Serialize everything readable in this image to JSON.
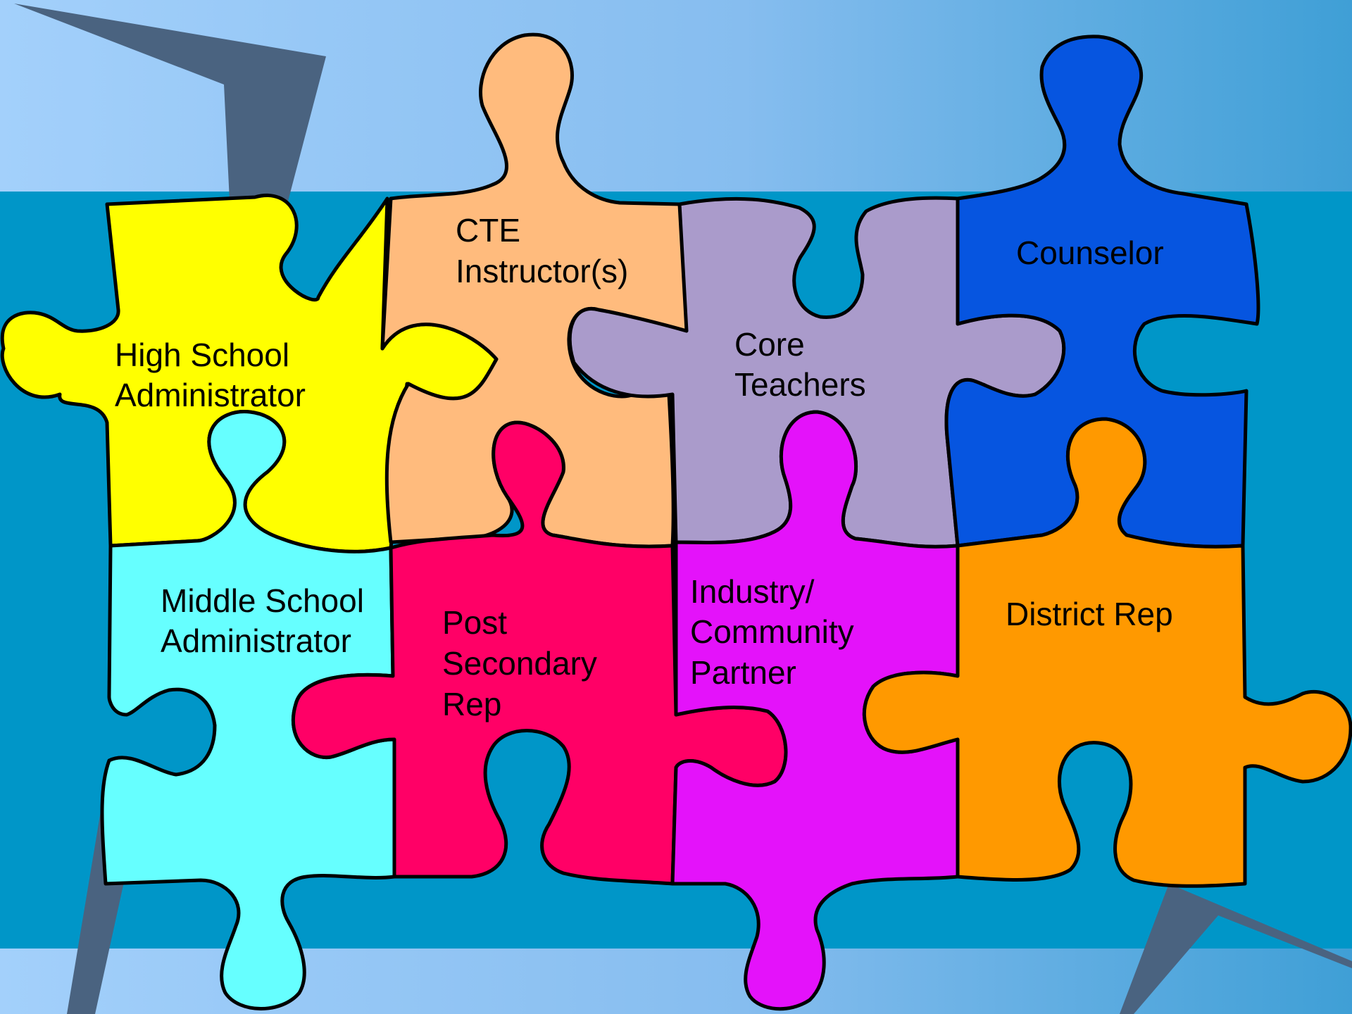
{
  "colors": {
    "background_light": "#9ccbf7",
    "background_mid": "#7fb8ea",
    "band": "#0096c8",
    "shadow_stroke": "#4a6380",
    "piece_outline": "#000000"
  },
  "pieces": [
    {
      "id": "high-school-administrator",
      "lines": [
        "High School",
        "Administrator"
      ],
      "color": "#ffff00"
    },
    {
      "id": "cte-instructors",
      "lines": [
        "CTE",
        "Instructor(s)"
      ],
      "color": "#ffbb7d"
    },
    {
      "id": "core-teachers",
      "lines": [
        "Core",
        "Teachers"
      ],
      "color": "#aa9bcb"
    },
    {
      "id": "counselor",
      "lines": [
        "Counselor"
      ],
      "color": "#0655e0"
    },
    {
      "id": "middle-school-administrator",
      "lines": [
        "Middle School",
        "Administrator"
      ],
      "color": "#66ffff"
    },
    {
      "id": "post-secondary-rep",
      "lines": [
        "Post",
        "Secondary",
        "Rep"
      ],
      "color": "#ff0066"
    },
    {
      "id": "industry-community-partner",
      "lines": [
        "Industry/",
        "Community",
        "Partner"
      ],
      "color": "#e412fa"
    },
    {
      "id": "district-rep",
      "lines": [
        "District Rep"
      ],
      "color": "#ff9900"
    }
  ]
}
